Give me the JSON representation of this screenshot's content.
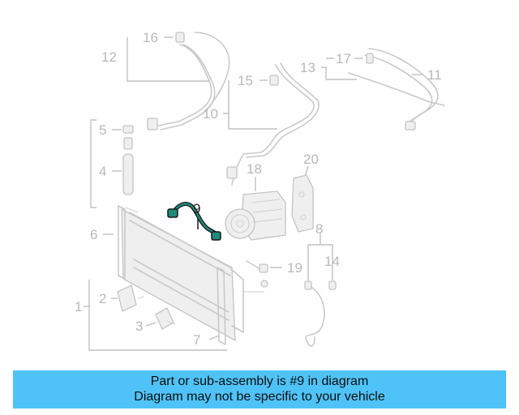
{
  "callouts": {
    "c1": "1",
    "c2": "2",
    "c3": "3",
    "c4": "4",
    "c5": "5",
    "c6": "6",
    "c7": "7",
    "c8": "8",
    "c9": "9",
    "c10": "10",
    "c11": "11",
    "c12": "12",
    "c13": "13",
    "c14": "14",
    "c15": "15",
    "c16": "16",
    "c17": "17",
    "c18": "18",
    "c19": "19",
    "c20": "20"
  },
  "caption": {
    "line1": "Part or sub-assembly is #9 in diagram",
    "line2": "Diagram may not be specific to your vehicle"
  },
  "colors": {
    "caption_bg": "#4fc3f7",
    "highlight_part_stroke": "#1a1a1a",
    "highlight_part_fill": "#1f8a7a",
    "faded_part": "#c9c9c9"
  }
}
